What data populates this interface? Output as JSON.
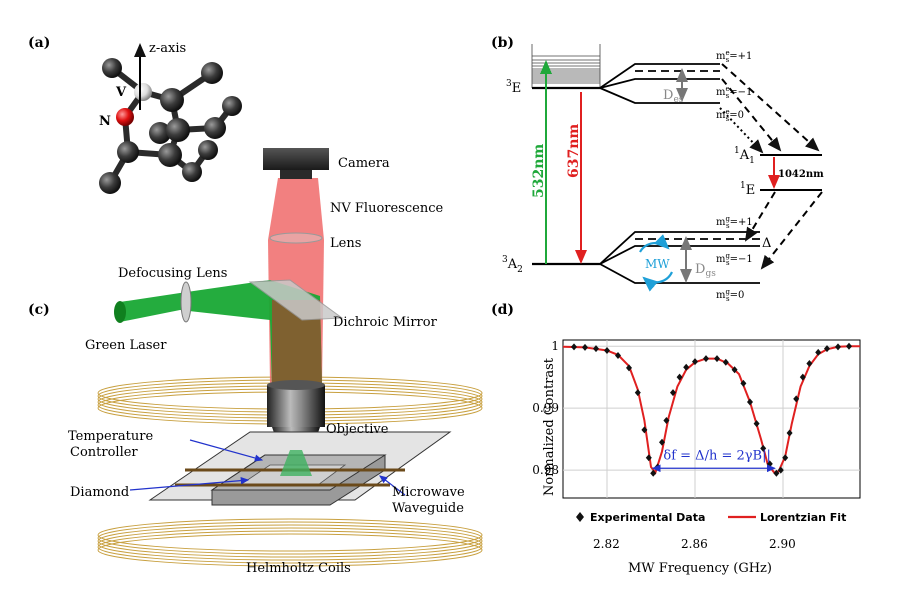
{
  "panels": {
    "a": "(a)",
    "b": "(b)",
    "c": "(c)",
    "d": "(d)"
  },
  "crystal": {
    "axis_label": "z-axis",
    "vacancy": "V",
    "nitrogen": "N"
  },
  "energy": {
    "E3": "3E",
    "A3": "3A2",
    "A1": "1A1",
    "E1": "1E",
    "excite": "532nm",
    "emit": "637nm",
    "ir": "1042nm",
    "es_plus": "m=+1",
    "es_minus": "m=−1",
    "es_zero": "m=0",
    "gs_plus": "m=+1",
    "gs_minus": "m=−1",
    "gs_zero": "m=0",
    "Des": "D",
    "Des_sub": "es",
    "Dgs": "D",
    "Dgs_sub": "gs",
    "delta": "Δ",
    "mw": "MW",
    "es_super": "e",
    "gs_super": "g",
    "sub_s": "s"
  },
  "setup": {
    "camera": "Camera",
    "fluor": "NV Fluorescence",
    "lens": "Lens",
    "defocus": "Defocusing Lens",
    "dichroic": "Dichroic Mirror",
    "laser": "Green Laser",
    "objective": "Objective",
    "temp1": "Temperature",
    "temp2": "Controller",
    "diamond": "Diamond",
    "mw1": "Microwave",
    "mw2": "Waveguide",
    "coils": "Helmholtz Coils"
  },
  "colors": {
    "green": "#1fa83a",
    "red": "#e02020",
    "pink": "#f06a6a",
    "cyan": "#1fa0d8",
    "blue": "#2233cc",
    "coil": "#c8a040"
  },
  "chart_data": {
    "type": "scatter",
    "xlabel": "MW Frequency (GHz)",
    "ylabel": "Normalized Contrast",
    "xlim": [
      2.8,
      2.935
    ],
    "ylim": [
      0.9755,
      1.001
    ],
    "xticks": [
      2.82,
      2.86,
      2.9
    ],
    "yticks": [
      0.98,
      0.99,
      1
    ],
    "xtick_labels": [
      "2.82",
      "2.86",
      "2.90"
    ],
    "ytick_labels": [
      "0.98",
      "0.99",
      "1"
    ],
    "grid": true,
    "legend_position": "bottom",
    "series": [
      {
        "name": "Experimental Data",
        "kind": "markers",
        "color": "#111111",
        "x": [
          2.805,
          2.81,
          2.815,
          2.82,
          2.825,
          2.83,
          2.834,
          2.837,
          2.839,
          2.841,
          2.843,
          2.845,
          2.847,
          2.85,
          2.853,
          2.856,
          2.86,
          2.865,
          2.87,
          2.874,
          2.878,
          2.882,
          2.885,
          2.888,
          2.891,
          2.894,
          2.897,
          2.899,
          2.901,
          2.903,
          2.906,
          2.909,
          2.912,
          2.916,
          2.92,
          2.925,
          2.93
        ],
        "y": [
          0.9999,
          0.9998,
          0.9996,
          0.9993,
          0.9985,
          0.9965,
          0.9925,
          0.9865,
          0.982,
          0.9795,
          0.9805,
          0.9845,
          0.988,
          0.9925,
          0.995,
          0.9966,
          0.9975,
          0.998,
          0.998,
          0.9974,
          0.9962,
          0.994,
          0.991,
          0.9875,
          0.9835,
          0.981,
          0.9795,
          0.98,
          0.982,
          0.986,
          0.9915,
          0.995,
          0.9972,
          0.999,
          0.9996,
          0.9999,
          1.0
        ]
      },
      {
        "name": "Lorentzian Fit",
        "kind": "line",
        "color": "#e02020",
        "x": [
          2.8,
          2.81,
          2.82,
          2.825,
          2.83,
          2.834,
          2.837,
          2.84,
          2.842,
          2.845,
          2.848,
          2.852,
          2.856,
          2.86,
          2.865,
          2.87,
          2.875,
          2.88,
          2.885,
          2.89,
          2.893,
          2.896,
          2.898,
          2.901,
          2.904,
          2.908,
          2.912,
          2.916,
          2.92,
          2.925,
          2.93,
          2.935
        ],
        "y": [
          0.9999,
          0.9998,
          0.9993,
          0.9986,
          0.9968,
          0.993,
          0.988,
          0.9805,
          0.9796,
          0.983,
          0.9885,
          0.9935,
          0.9962,
          0.9974,
          0.998,
          0.998,
          0.9972,
          0.9955,
          0.991,
          0.985,
          0.981,
          0.9796,
          0.9798,
          0.9822,
          0.9875,
          0.9935,
          0.9968,
          0.9987,
          0.9995,
          0.9999,
          1.0,
          1.0
        ]
      }
    ],
    "annotation": "δf = Δ/h = 2γB||",
    "arrow_x": [
      2.842,
      2.898
    ],
    "arrow_y": 0.9803
  }
}
